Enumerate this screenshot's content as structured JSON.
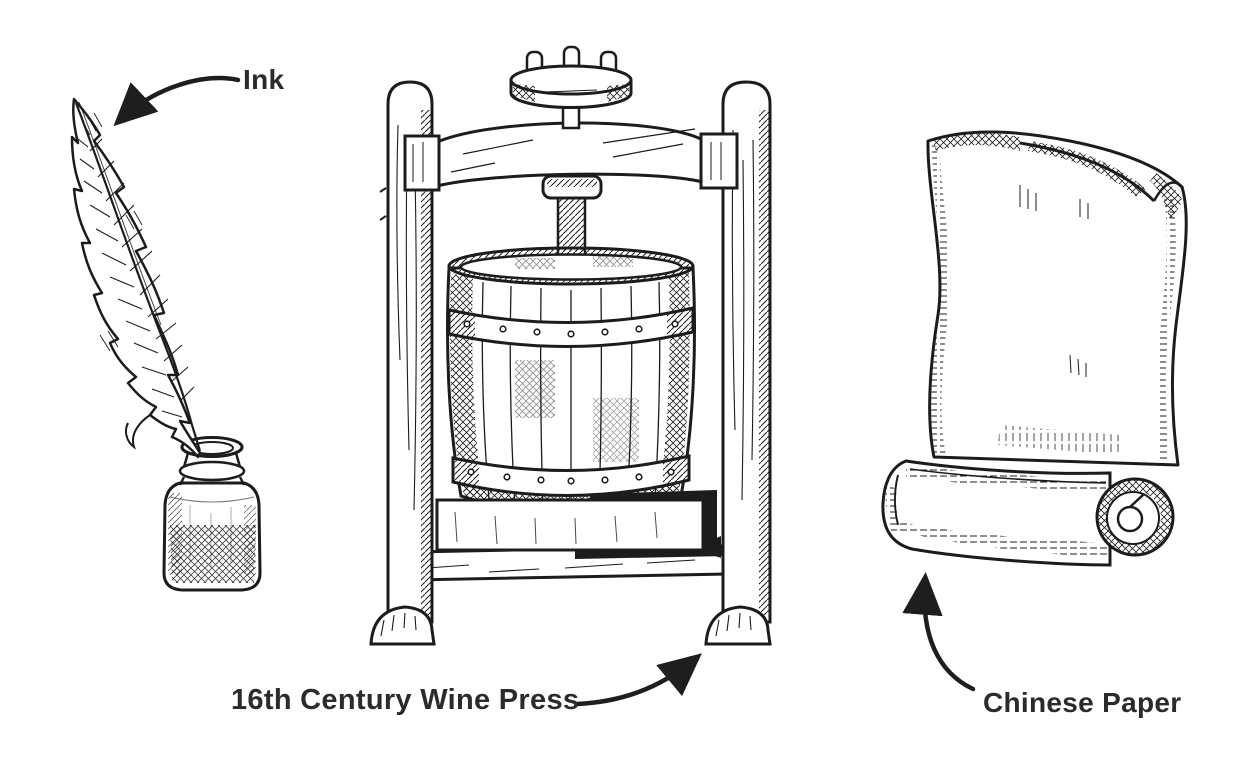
{
  "canvas": {
    "background": "#ffffff",
    "ink_color": "#1c1c1c",
    "label_color": "#2b2b2b"
  },
  "diagram": {
    "items": [
      {
        "id": "ink",
        "label": "Ink",
        "illustration": "quill-pen-and-ink-bottle"
      },
      {
        "id": "wine_press",
        "label": "16th Century Wine Press",
        "illustration": "wooden-screw-wine-press"
      },
      {
        "id": "chinese_paper",
        "label": "Chinese Paper",
        "illustration": "paper-scroll"
      }
    ]
  }
}
